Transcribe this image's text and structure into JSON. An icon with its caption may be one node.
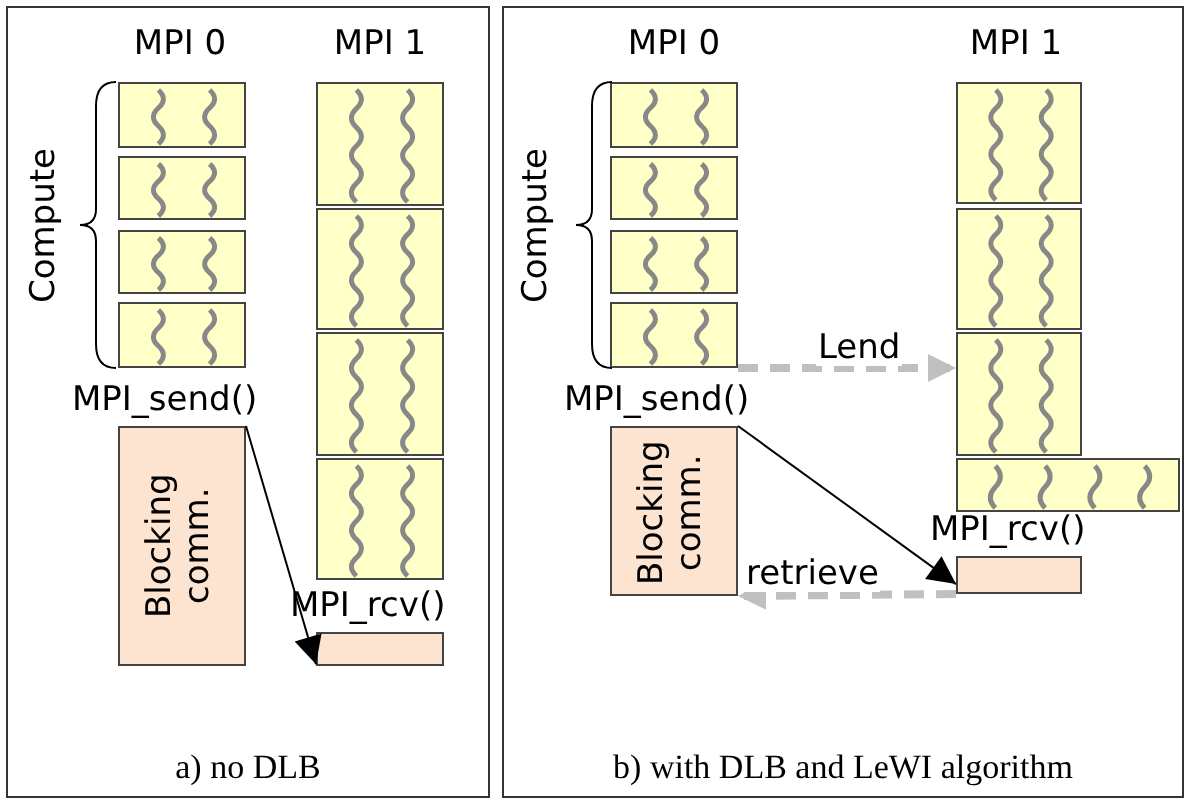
{
  "diagram": {
    "nodes": [
      {
        "text": [
          "a) no DLB"
        ]
      },
      {
        "text": [],
        "shape": "box",
        "in": 0
      },
      {
        "text": [],
        "shape": "box",
        "in": 0
      },
      {
        "text": [],
        "shape": "box",
        "in": 0
      },
      {
        "text": [],
        "shape": "box",
        "in": 0
      },
      {
        "text": [
          "Blocking comm."
        ],
        "beside": [
          "MPI_send()"
        ],
        "in": 0
      },
      {
        "text": [],
        "shape": "box",
        "in": 0
      },
      {
        "text": [],
        "shape": "box",
        "in": 0
      },
      {
        "text": [],
        "shape": "box",
        "in": 0
      },
      {
        "text": [],
        "shape": "box",
        "in": 0
      },
      {
        "text": [],
        "shape": "box",
        "beside": [
          "MPI_rcv()"
        ],
        "in": 0
      },
      {
        "text": [
          "b) with DLB and LeWI algorithm"
        ]
      },
      {
        "text": [],
        "shape": "box",
        "in": 11
      },
      {
        "text": [],
        "shape": "box",
        "in": 11
      },
      {
        "text": [],
        "shape": "box",
        "in": 11
      },
      {
        "text": [],
        "shape": "box",
        "in": 11
      },
      {
        "text": [
          "Blocking comm."
        ],
        "beside": [
          "MPI_send()"
        ],
        "in": 11
      },
      {
        "text": [],
        "shape": "box",
        "in": 11
      },
      {
        "text": [],
        "shape": "box",
        "in": 11
      },
      {
        "text": [],
        "shape": "box",
        "in": 11
      },
      {
        "text": [],
        "shape": "box",
        "in": 11
      },
      {
        "text": [],
        "shape": "box",
        "beside": [
          "MPI_rcv()"
        ],
        "in": 11
      }
    ],
    "edges": [
      {
        "from": 5,
        "to": 10,
        "arrow": "to"
      },
      {
        "from": 16,
        "to": 21,
        "arrow": "to"
      },
      {
        "from": 15,
        "to": 19,
        "arrow": "to",
        "label": "Lend",
        "style": "dashed",
        "color": "#c0c0c0"
      },
      {
        "from": 21,
        "to": 16,
        "arrow": "to",
        "label": "retrieve",
        "style": "dashed",
        "color": "#c0c0c0"
      }
    ],
    "labels": [
      "MPI 0",
      "MPI 1",
      "Compute",
      "MPI 0",
      "MPI 1",
      "Compute"
    ]
  }
}
